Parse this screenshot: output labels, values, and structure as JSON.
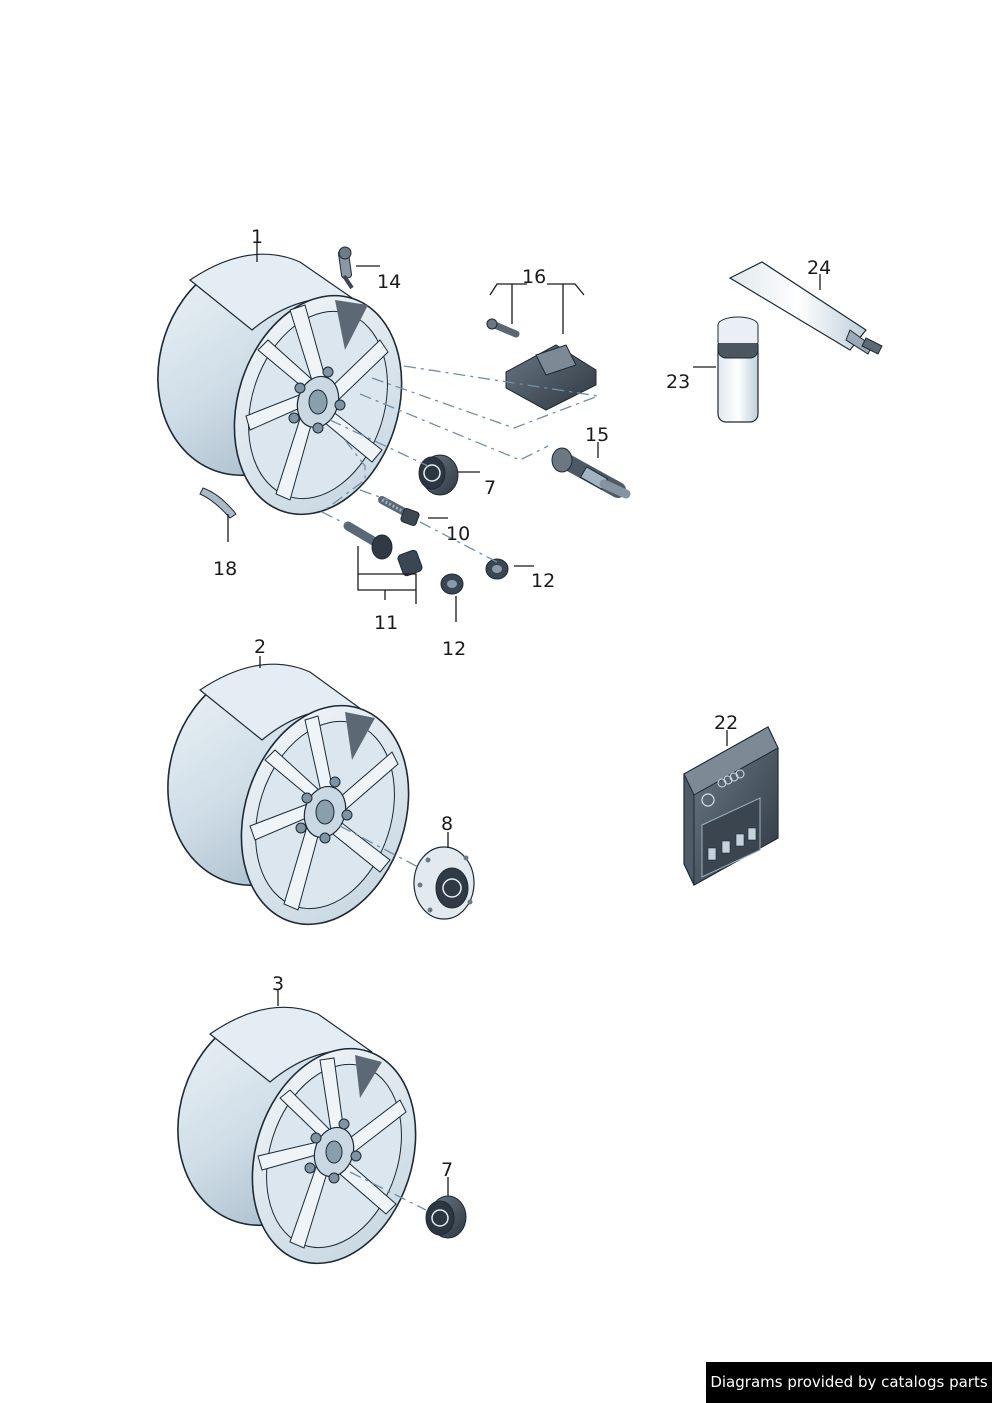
{
  "callouts": {
    "c1": "1",
    "c2": "2",
    "c3": "3",
    "c7a": "7",
    "c7b": "7",
    "c8": "8",
    "c10": "10",
    "c11": "11",
    "c12a": "12",
    "c12b": "12",
    "c14": "14",
    "c15": "15",
    "c16": "16",
    "c18": "18",
    "c22": "22",
    "c23": "23",
    "c24": "24"
  },
  "footer": {
    "credit": "Diagrams provided by catalogs parts"
  },
  "icons": {
    "hub_cap_logo": "vw-logo-icon",
    "package_logo": "audi-rings-icon"
  },
  "colors": {
    "line": "#1a1a1a",
    "dash": "#6f8fa6",
    "wheel_fill": "#d9e6ee",
    "wheel_shade": "#b7cad8",
    "part_dark": "#3a4652",
    "credit_bg": "#000000",
    "credit_text": "#ffffff"
  }
}
